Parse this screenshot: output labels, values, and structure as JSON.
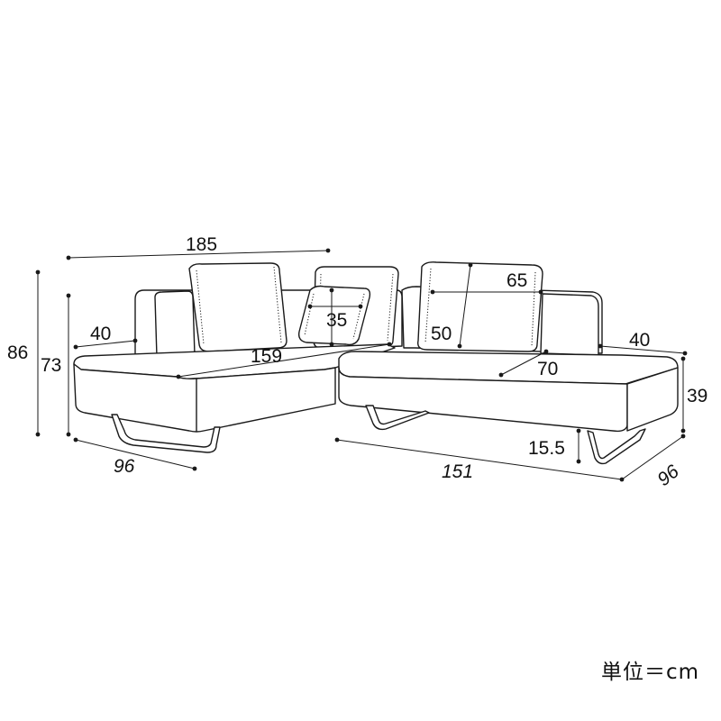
{
  "dimensions": {
    "total_width_left": "185",
    "total_height": "86",
    "back_height": "73",
    "arm_width_left": "40",
    "seat_width_left": "159",
    "depth_left": "96",
    "cushion_small": "35",
    "back_cushion_width": "65",
    "back_cushion_height": "50",
    "arm_width_right": "40",
    "chaise_seat_depth": "70",
    "seat_height": "39",
    "leg_height": "15.5",
    "chaise_length": "151",
    "depth_right": "96"
  },
  "unit_note": "単位＝cm"
}
